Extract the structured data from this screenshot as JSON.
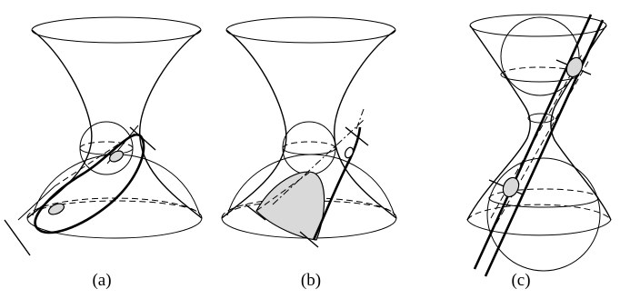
{
  "panels": [
    {
      "id": "a",
      "caption": "(a)"
    },
    {
      "id": "b",
      "caption": "(b)"
    },
    {
      "id": "c",
      "caption": "(c)"
    }
  ],
  "colors": {
    "stroke": "#000000",
    "shade": "#d9d9d9",
    "background": "#ffffff"
  }
}
